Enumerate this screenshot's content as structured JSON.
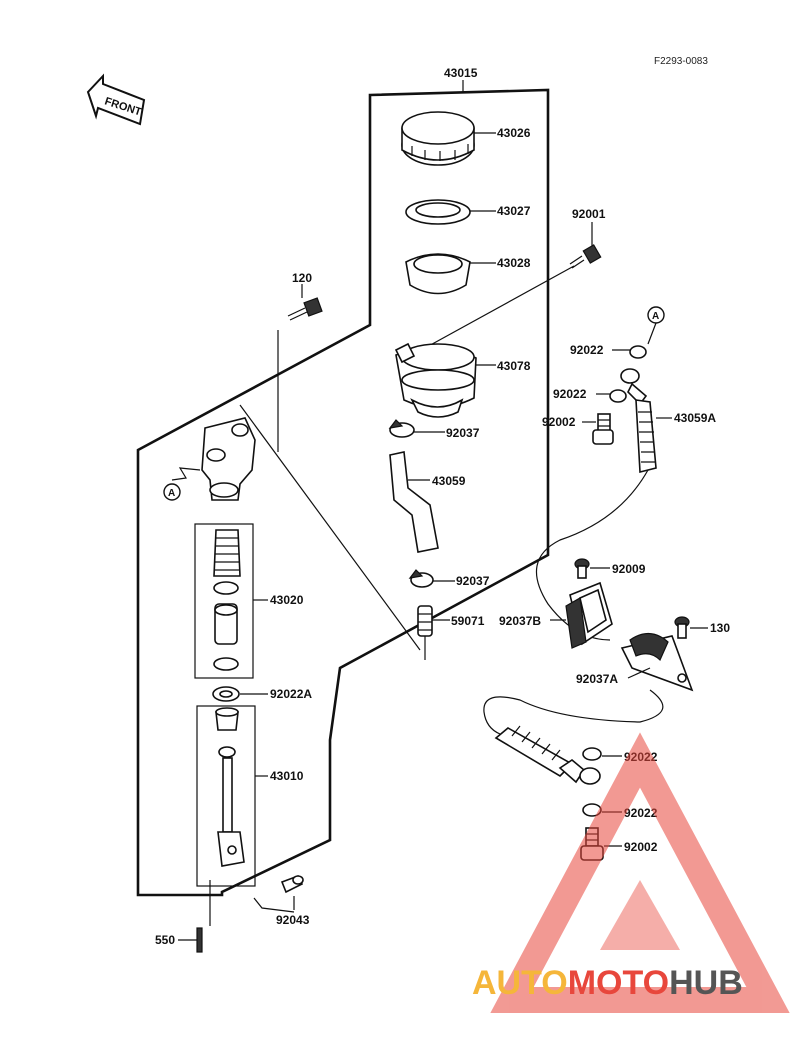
{
  "diagram_code": "F2293-0083",
  "front_label": "FRONT",
  "ref_marker": "A",
  "parts": {
    "p43015": "43015",
    "p43026": "43026",
    "p43027": "43027",
    "p43028": "43028",
    "p92001": "92001",
    "p120": "120",
    "p43078": "43078",
    "p92022_top": "92022",
    "p92022_mid": "92022",
    "p92002_top": "92002",
    "p43059A": "43059A",
    "p92037_top": "92037",
    "p43059": "43059",
    "p43020": "43020",
    "p92037_low": "92037",
    "p92009": "92009",
    "p92037B": "92037B",
    "p59071": "59071",
    "p130": "130",
    "p92037A": "92037A",
    "p92022A": "92022A",
    "p43010": "43010",
    "p92022_low1": "92022",
    "p92022_low2": "92022",
    "p92002_low": "92002",
    "p92043": "92043",
    "p550": "550"
  },
  "watermark": {
    "part1": "AUTO",
    "part2": "MOTO",
    "part3": "HUB",
    "color_auto": "#f5b63a",
    "color_moto": "#e8473c",
    "color_hub": "#555555"
  }
}
